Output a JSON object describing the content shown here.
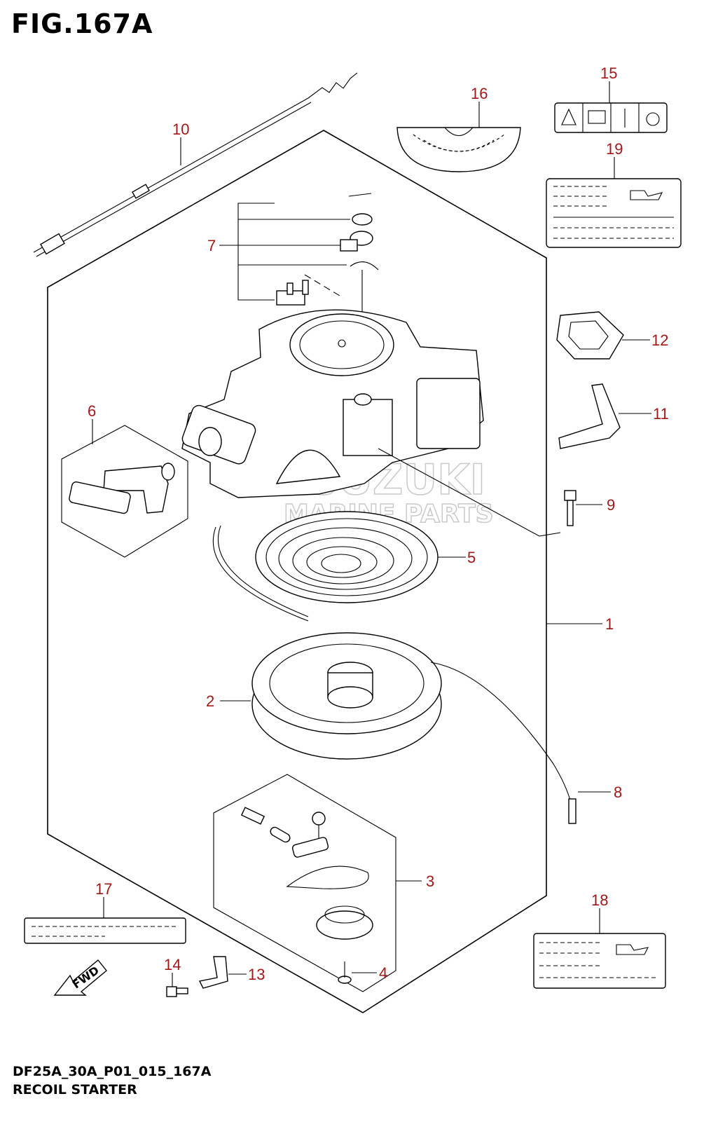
{
  "figure_title": "FIG.167A",
  "footer_code": "DF25A_30A_P01_015_167A",
  "footer_name": "RECOIL STARTER",
  "watermark": {
    "line1": "SUZUKI",
    "line2": "MARINE PARTS"
  },
  "fwd_label": "FWD",
  "callouts": [
    "1",
    "2",
    "3",
    "4",
    "5",
    "6",
    "7",
    "8",
    "9",
    "10",
    "11",
    "12",
    "13",
    "14",
    "15",
    "16",
    "17",
    "18",
    "19"
  ],
  "colors": {
    "callout": "#a01818",
    "line": "#000000",
    "watermark": "#c9c9c9"
  }
}
